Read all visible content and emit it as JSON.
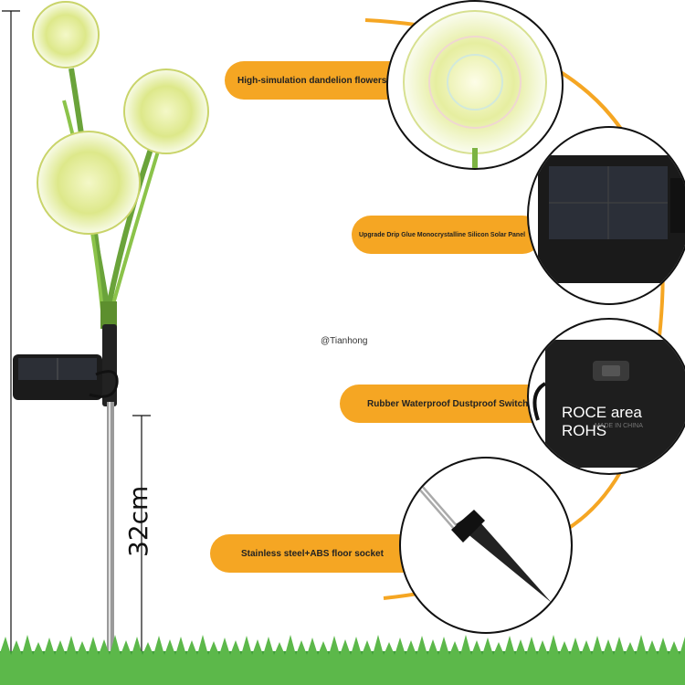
{
  "labels": {
    "flowers": "High-simulation dandelion flowers",
    "solar_panel": "Upgrade Drip Glue Monocrystalline Silicon Solar Panel",
    "switch": "Rubber Waterproof Dustproof Switch",
    "socket": "Stainless steel+ABS floor socket"
  },
  "switch_box": {
    "marking": "ROCE area ROHS",
    "subtext": "MADE IN CHINA"
  },
  "stake_length": "32cm",
  "watermark": "@Tianhong",
  "colors": {
    "accent": "#f5a623",
    "flower": "#e6ee9c",
    "stem": "#7cb342",
    "grass": "#4caf50",
    "panel": "#1a1a1a"
  }
}
